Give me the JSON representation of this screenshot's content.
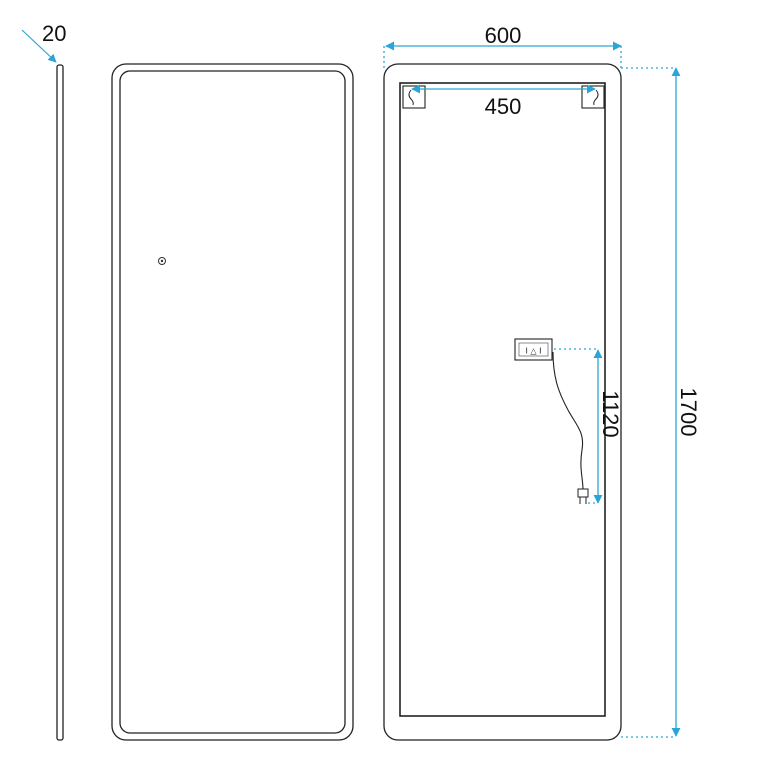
{
  "dimensions": {
    "depth": "20",
    "width": "600",
    "hanger_spacing": "450",
    "switchbox_height": "1120",
    "height": "1700"
  },
  "switchbox": {
    "symbols": "I △ I"
  },
  "colors": {
    "outline": "#222222",
    "dimension": "#2aa6d6"
  },
  "icons": {
    "touch_sensor": "touch-sensor-icon",
    "power_plug": "plug-icon"
  }
}
